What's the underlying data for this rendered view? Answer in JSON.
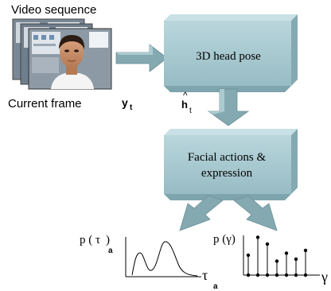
{
  "video": {
    "title": "Video sequence",
    "current_frame_label": "Current frame",
    "observation_symbol": "y",
    "observation_subscript": "t"
  },
  "head_pose": {
    "label": "3D head pose",
    "estimate_symbol": "h",
    "estimate_accent": "^",
    "estimate_subscript": "t"
  },
  "facial_actions": {
    "label_line1": "Facial actions &",
    "label_line2": "expression"
  },
  "plot_tau": {
    "label_prefix": "p (",
    "label_symbol": "τ",
    "label_suffix": ")",
    "label_subscript": "a",
    "axis_symbol": "τ",
    "axis_subscript": "a"
  },
  "plot_gamma": {
    "label": "p (γ)",
    "axis_symbol": "γ",
    "stems": [
      0.5,
      0.95,
      0.78,
      0.35,
      0.55,
      0.4,
      0.62
    ]
  },
  "colors": {
    "box_face": "#a7c8cf",
    "box_top": "#c9e1e6",
    "box_side": "#84a9b1",
    "box_bottom": "#7ea4ad"
  }
}
